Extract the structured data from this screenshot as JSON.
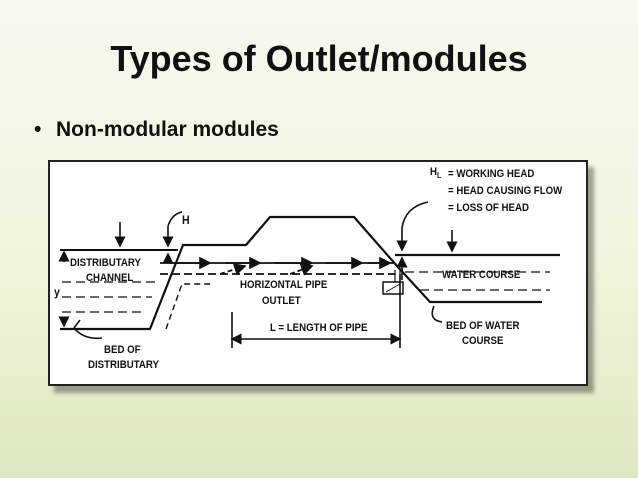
{
  "slide": {
    "title": "Types of Outlet/modules",
    "bullets": [
      {
        "marker": "•",
        "text": "Non-modular modules"
      }
    ]
  },
  "diagram": {
    "labels": {
      "head_legend": {
        "symbol": "H",
        "subscript": "L",
        "lines": [
          "= WORKING HEAD",
          "= HEAD CAUSING FLOW",
          "= LOSS OF HEAD"
        ]
      },
      "h": "H",
      "distributary": "DISTRIBUTARY",
      "channel": "CHANNEL",
      "y": "y",
      "horizontal_pipe": "HORIZONTAL PIPE",
      "outlet": "OUTLET",
      "length_of_pipe": "L = LENGTH OF PIPE",
      "water_course": "WATER COURSE",
      "bed_of_water": "BED OF WATER",
      "course": "COURSE",
      "bed_of": "BED OF",
      "distributary_bottom": "DISTRIBUTARY"
    },
    "colors": {
      "ink": "#111111",
      "frame": "#222222",
      "background": "#ffffff"
    }
  }
}
